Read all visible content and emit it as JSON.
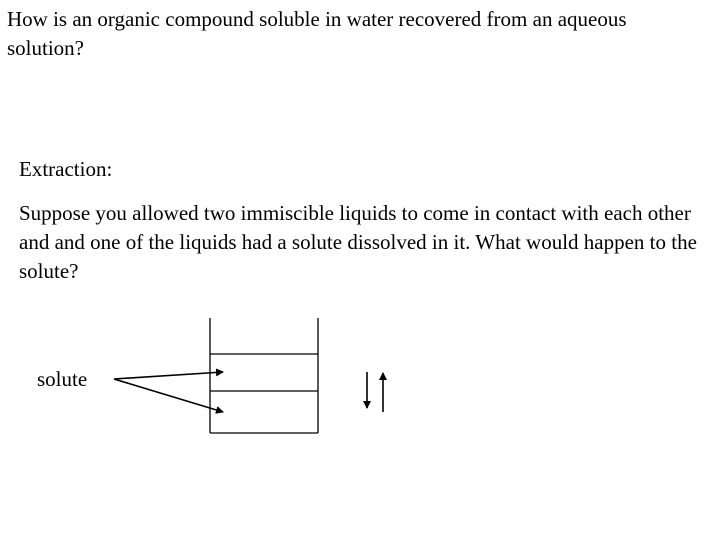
{
  "slide": {
    "question": "How is an organic compound soluble in water recovered from an aqueous solution?",
    "heading": "Extraction:",
    "body": "Suppose you allowed two immiscible liquids to come in contact with each other and and one of the liquids had a solute dissolved in it. What would happen to the solute?"
  },
  "diagram": {
    "label": "solute"
  }
}
